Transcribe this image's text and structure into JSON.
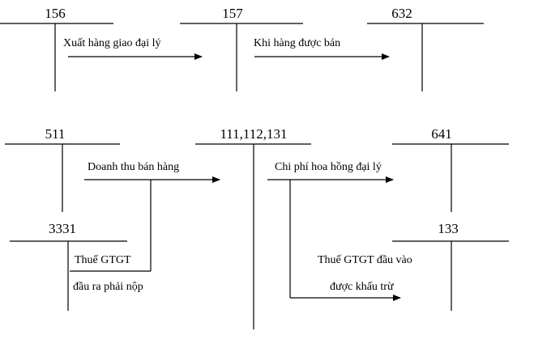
{
  "accounts": {
    "a156": "156",
    "a157": "157",
    "a632": "632",
    "a511": "511",
    "a111": "111,112,131",
    "a641": "641",
    "a3331": "3331",
    "a133": "133"
  },
  "flows": {
    "consign": "Xuất hàng giao đại lý",
    "sold": "Khi hàng được bán",
    "revenue": "Doanh thu bán hàng",
    "commission": "Chi phí hoa hồng đại lý",
    "output_vat_line1": "Thuế GTGT",
    "output_vat_line2": "đầu ra phải nộp",
    "input_vat_line1": "Thuế GTGT đầu vào",
    "input_vat_line2": "được khấu trừ"
  }
}
